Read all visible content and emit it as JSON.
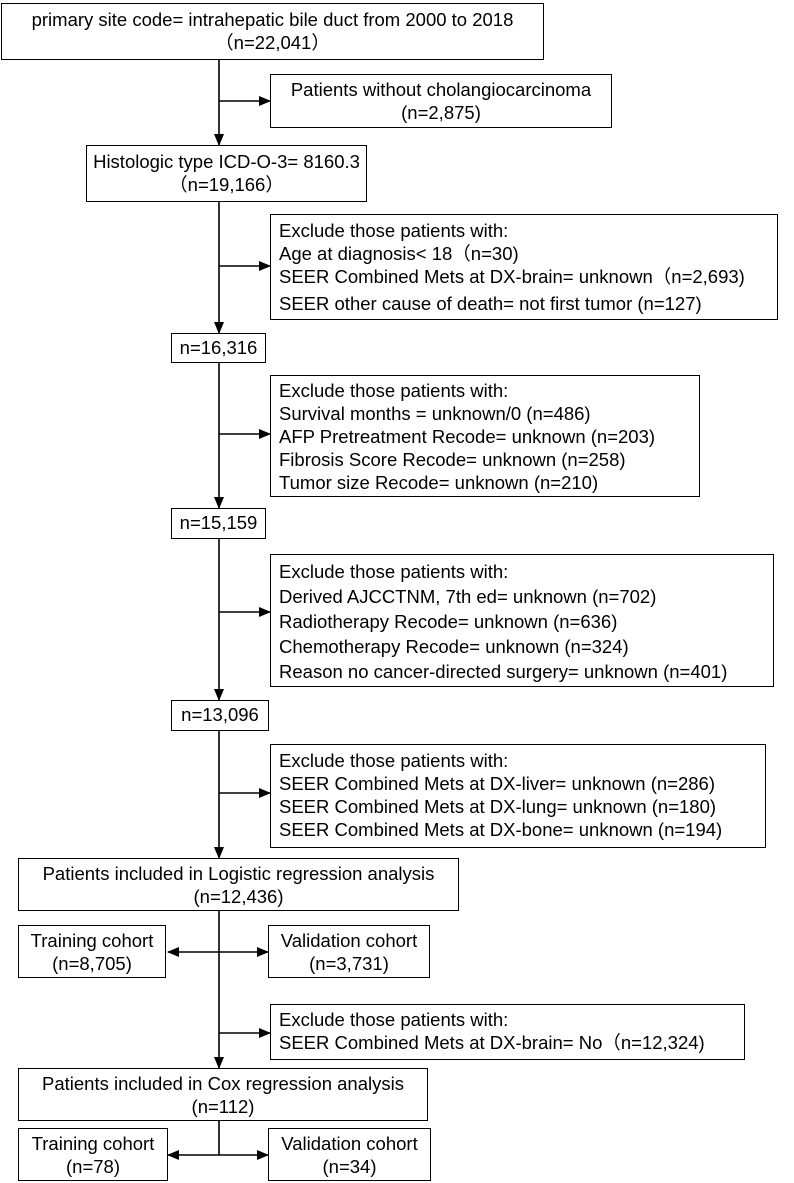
{
  "boxes": {
    "start": {
      "line1": "primary site code= intrahepatic bile duct from 2000 to 2018",
      "line2": "（n=22,041）"
    },
    "no_cholangio": {
      "line1": "Patients without cholangiocarcinoma",
      "line2": "(n=2,875)"
    },
    "histologic": {
      "line1": "Histologic type ICD-O-3= 8160.3",
      "line2": "（n=19,166）"
    },
    "exclude1": {
      "lines": [
        "Exclude those patients with:",
        "Age at diagnosis< 18（n=30)",
        "SEER Combined Mets at DX-brain= unknown（n=2,693)",
        "SEER other cause of death= not first tumor (n=127)"
      ]
    },
    "n16316": {
      "text": "n=16,316"
    },
    "exclude2": {
      "lines": [
        "Exclude those patients with:",
        "Survival months = unknown/0 (n=486)",
        "AFP Pretreatment Recode= unknown (n=203)",
        "Fibrosis Score Recode= unknown (n=258)",
        "Tumor size Recode= unknown (n=210)"
      ]
    },
    "n15159": {
      "text": "n=15,159"
    },
    "exclude3": {
      "lines": [
        "Exclude those patients with:",
        "Derived AJCCTNM, 7th ed= unknown (n=702)",
        "Radiotherapy Recode= unknown (n=636)",
        "Chemotherapy Recode= unknown (n=324)",
        "Reason no cancer-directed surgery= unknown (n=401)"
      ]
    },
    "n13096": {
      "text": "n=13,096"
    },
    "exclude4": {
      "lines": [
        "Exclude those patients with:",
        "SEER Combined Mets at DX-liver= unknown (n=286)",
        "SEER Combined Mets at DX-lung= unknown (n=180)",
        "SEER Combined Mets at DX-bone= unknown (n=194)"
      ]
    },
    "logistic": {
      "line1": "Patients included in Logistic regression analysis",
      "line2": "(n=12,436)"
    },
    "train1": {
      "line1": "Training cohort",
      "line2": "(n=8,705)"
    },
    "valid1": {
      "line1": "Validation cohort",
      "line2": "(n=3,731)"
    },
    "exclude5": {
      "lines": [
        "Exclude those patients with:",
        "SEER Combined Mets at DX-brain= No（n=12,324)"
      ]
    },
    "cox": {
      "line1": "Patients included in Cox regression analysis",
      "line2": "(n=112)"
    },
    "train2": {
      "line1": "Training cohort",
      "line2": "(n=78)"
    },
    "valid2": {
      "line1": "Validation cohort",
      "line2": "(n=34)"
    }
  }
}
